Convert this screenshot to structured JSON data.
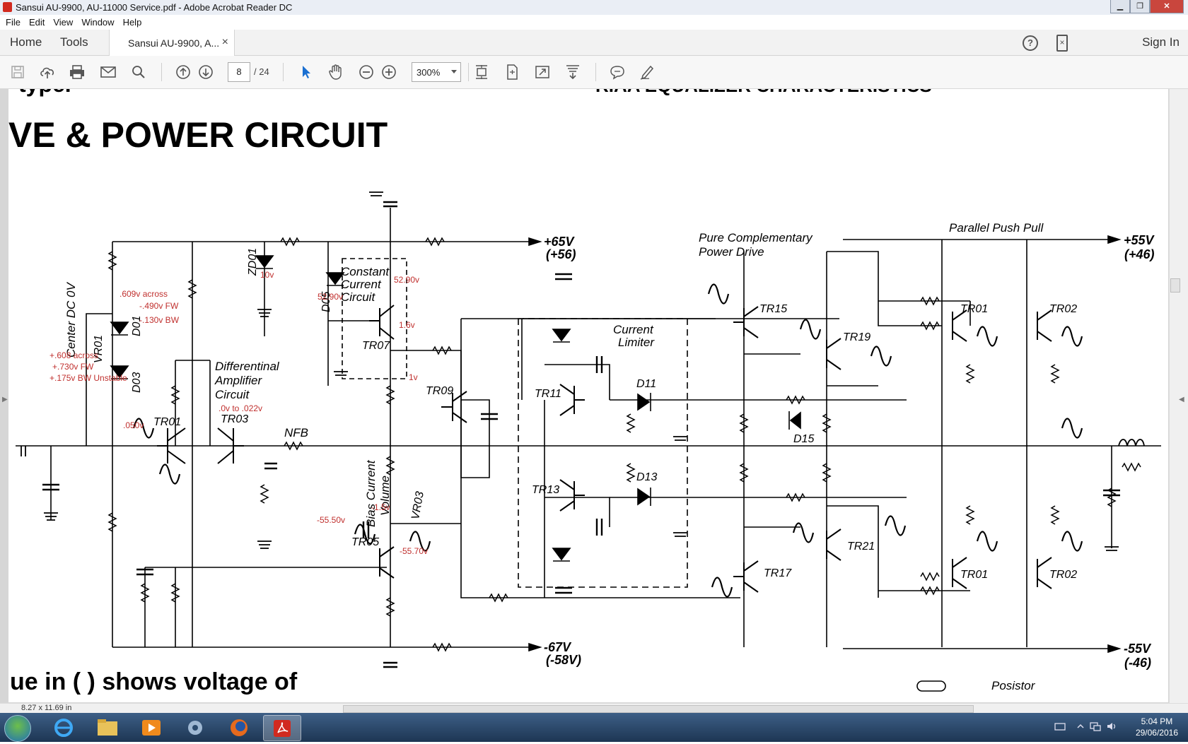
{
  "window": {
    "title": "Sansui AU-9900, AU-11000 Service.pdf - Adobe Acrobat Reader DC"
  },
  "menu": [
    "File",
    "Edit",
    "View",
    "Window",
    "Help"
  ],
  "tabs": {
    "home": "Home",
    "tools": "Tools",
    "doc": "Sansui AU-9900, A...",
    "close": "×",
    "signin": "Sign In"
  },
  "toolbar": {
    "page_current": "8",
    "page_total": "/ 24",
    "zoom": "300%"
  },
  "status": {
    "page_size": "8.27 x 11.69 in"
  },
  "clock": {
    "time": "5:04 PM",
    "date": "29/06/2016"
  },
  "document": {
    "top_left_fragment": "type.",
    "top_right_fragment": "RIAA EQUALIZER CHARACTERISTICS",
    "heading": "VE & POWER CIRCUIT",
    "bottom_text": "ue in (    ) shows voltage of",
    "rails": {
      "pos65": "+65V",
      "pos56": "(+56)",
      "neg67": "-67V",
      "neg58": "(-58V)",
      "pos55": "+55V",
      "pos46": "(+46)",
      "neg55": "-55V",
      "neg46": "(-46)"
    },
    "blocks": {
      "center_dc": "Center DC 0V",
      "diff1": "Differentinal",
      "diff2": "Amplifier",
      "diff3": "Circuit",
      "cc1": "Constant",
      "cc2": "Current",
      "cc3": "Circuit",
      "cl1": "Current",
      "cl2": "Limiter",
      "pcd1": "Pure Complementary",
      "pcd2": "Power Drive",
      "ppp": "Parallel Push Pull",
      "bias1": "Bias Current",
      "bias2": "Volume",
      "posistor": "Posistor",
      "nfb": "NFB"
    },
    "components": {
      "vr01": "VR01",
      "d01": "D01",
      "d03": "D03",
      "tr01": "TR01",
      "tr03": "TR03",
      "zd01": "ZD01",
      "d05": "D05",
      "tr07": "TR07",
      "tr09": "TR09",
      "tr05": "TR05",
      "vr03": "VR03",
      "tr11": "TR11",
      "tr13": "TR13",
      "d11": "D11",
      "d13": "D13",
      "d15": "D15",
      "tr15": "TR15",
      "tr17": "TR17",
      "tr19": "TR19",
      "tr21": "TR21",
      "tr01b": "TR01",
      "tr02b": "TR02",
      "tr01c": "TR01",
      "tr02c": "TR02"
    },
    "annotations": {
      "a1": ".609v across",
      "a2": "-.490v FW",
      "a3": "-.130v BW",
      "a4": "+.608 across",
      "a5": "+.730v FW",
      "a6": "+.175v BW Unstable",
      "a7": ".050v",
      "a8": ".0v to .022v",
      "a9": "10v",
      "a10": "52.90v",
      "a11": "52.90v",
      "a12": "1.6v",
      "a13": "1v",
      "a14": "-1.5v",
      "a15": "-55.50v",
      "a16": "-55.70v"
    }
  }
}
